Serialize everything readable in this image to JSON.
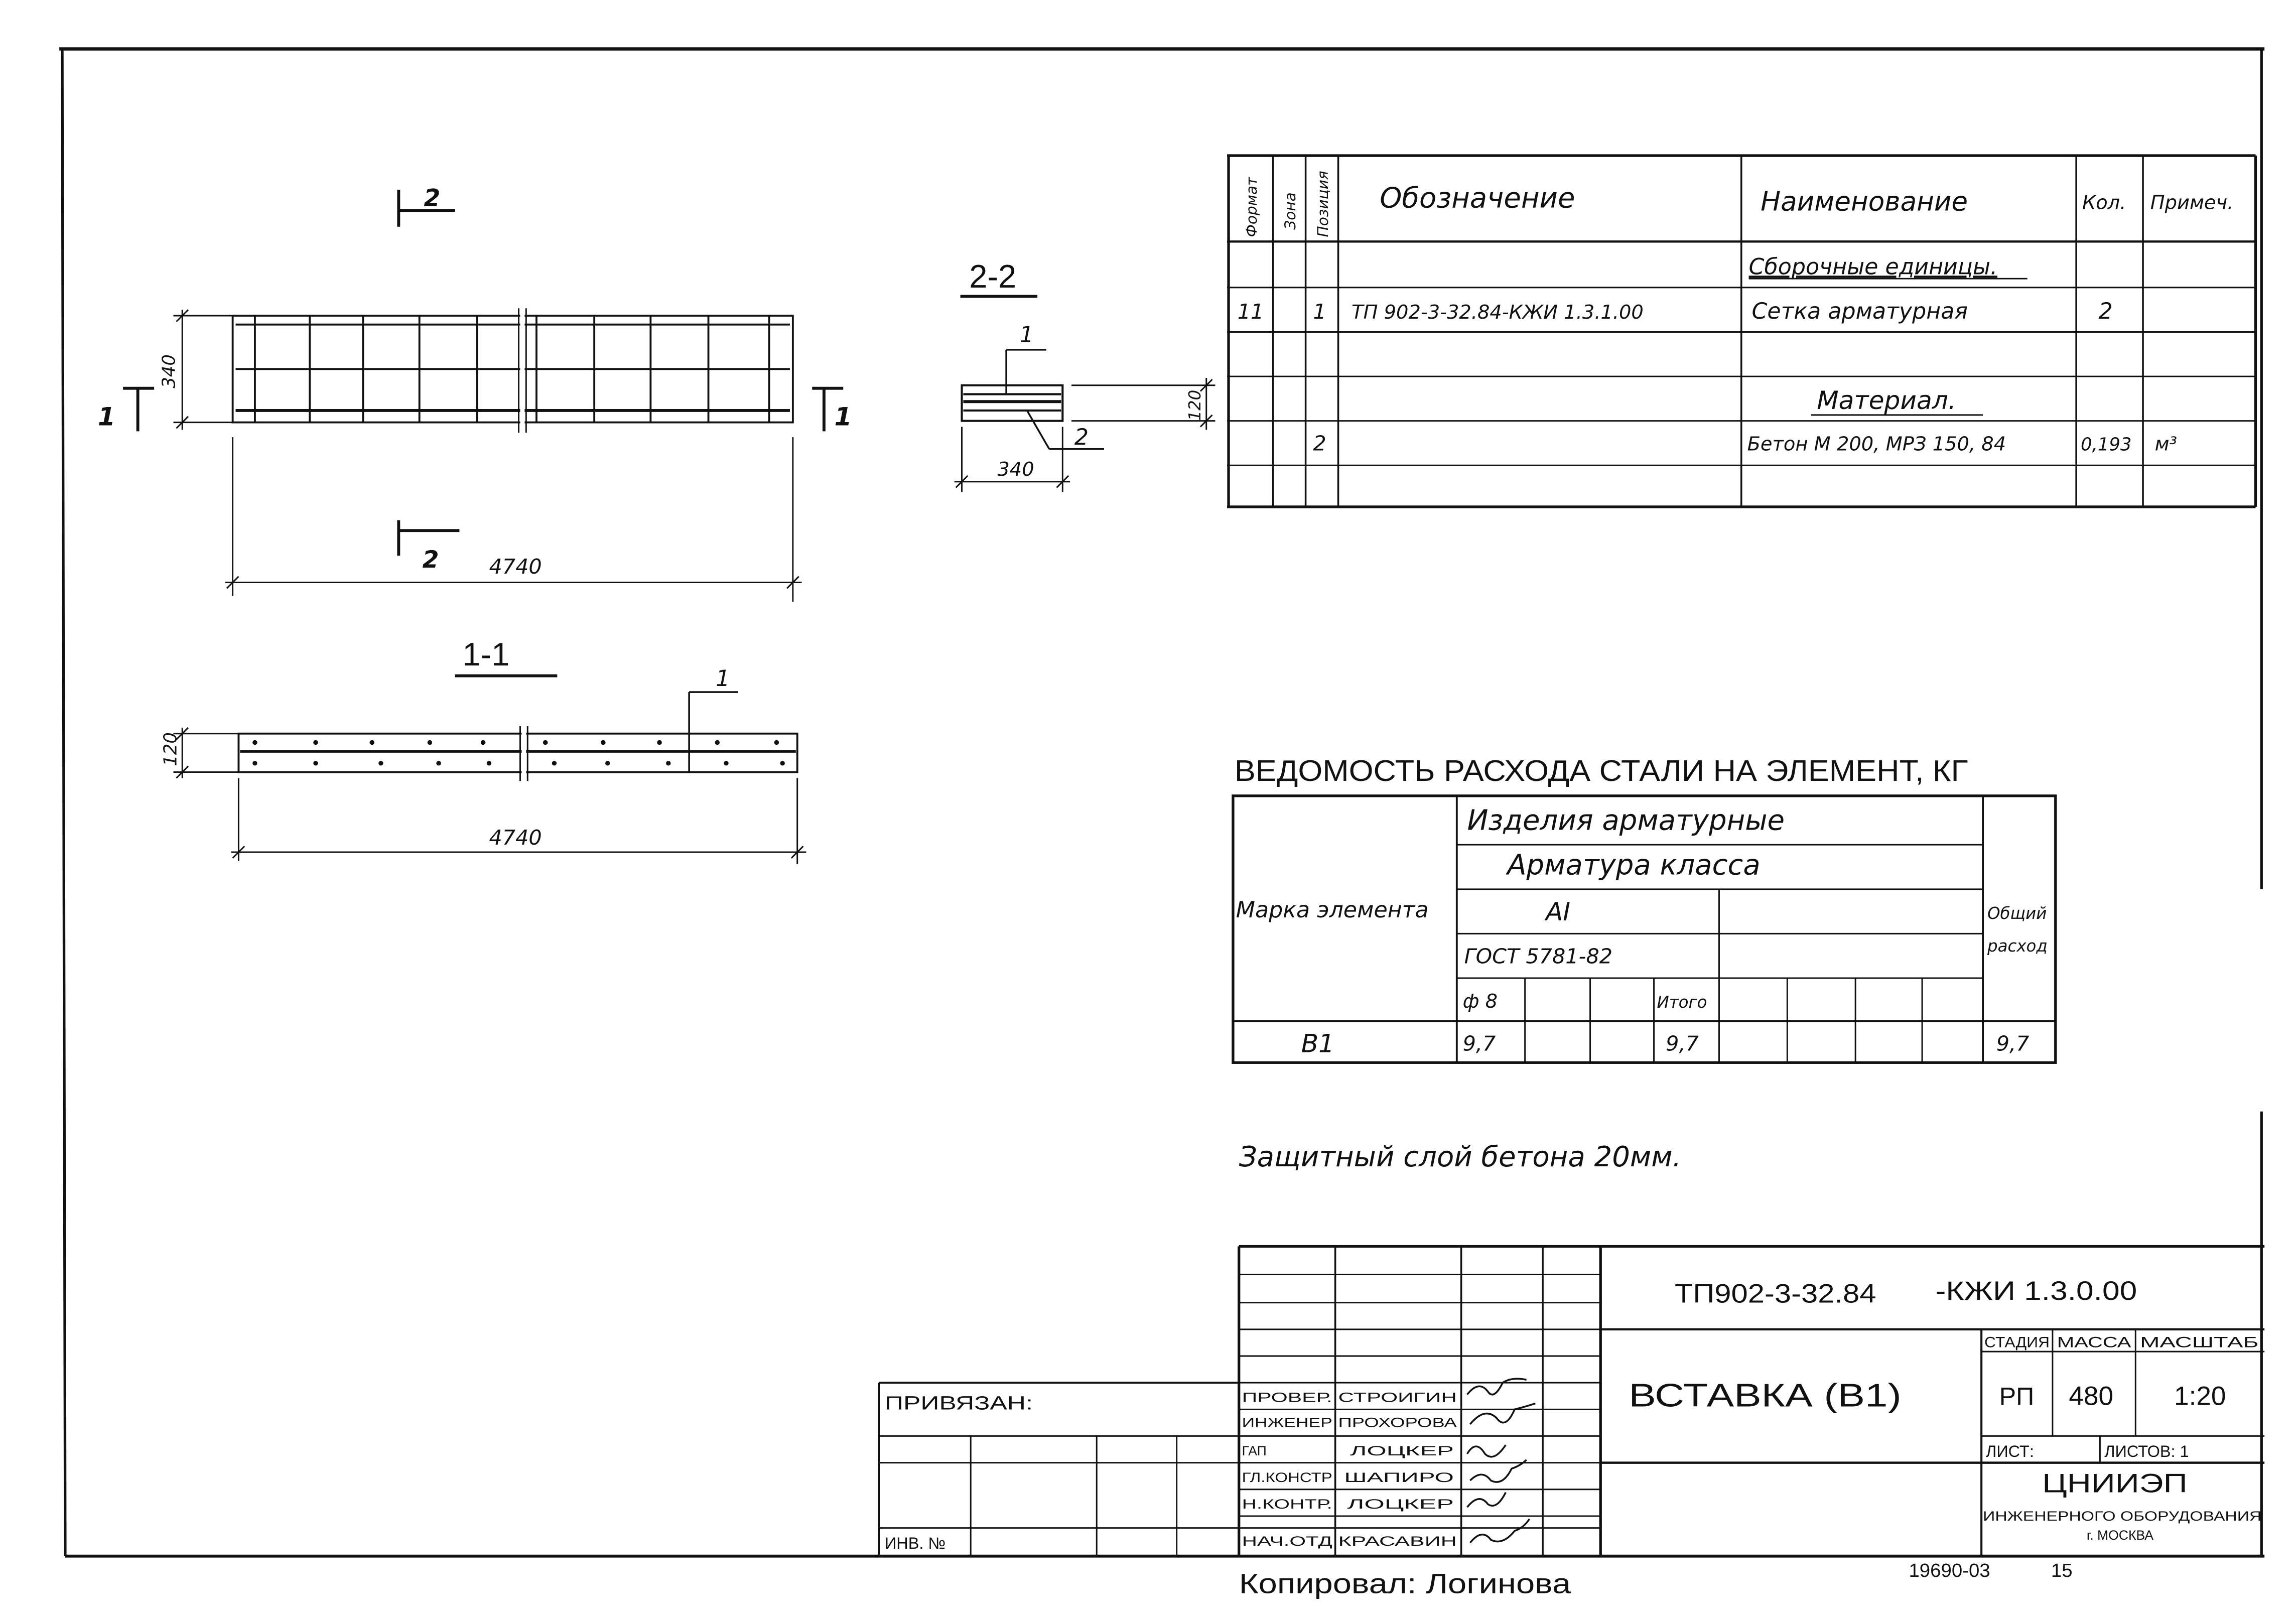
{
  "spec": {
    "headers": {
      "format": "Формат",
      "zone": "Зона",
      "pos": "Позиция",
      "designation": "Обозначение",
      "name": "Наименование",
      "qty": "Кол.",
      "note": "Примеч."
    },
    "section1": "Сборочные единицы.",
    "row1": {
      "format": "11",
      "pos": "1",
      "designation": "ТП 902-3-32.84-КЖИ 1.3.1.00",
      "name": "Сетка арматурная",
      "qty": "2"
    },
    "section2": "Материал.",
    "row2": {
      "pos": "2",
      "name": "Бетон М 200, МРЗ 150, 84",
      "qty": "0,193",
      "note": "м³"
    }
  },
  "drawing": {
    "section_mark": "2",
    "section_mark_side": "1",
    "dim_height_plan": "340",
    "dim_length": "4740",
    "section11_title": "1-1",
    "dim_height_section": "120",
    "leader_label": "1",
    "section22_title": "2-2",
    "s22_leader1": "1",
    "s22_leader2": "2",
    "s22_dim_height": "120",
    "s22_dim_width": "340"
  },
  "steel": {
    "title": "ВЕДОМОСТЬ РАСХОДА СТАЛИ НА ЭЛЕМЕНТ, КГ",
    "col_mark": "Марка элемента",
    "h1": "Изделия арматурные",
    "h2": "Арматура класса",
    "h3": "АI",
    "h4": "ГОСТ 5781-82",
    "h5": "Общий расход",
    "sub_phi": "ф 8",
    "sub_total": "Итого",
    "row_mark": "В1",
    "row_phi": "9,7",
    "row_total": "9,7",
    "row_overall": "9,7"
  },
  "note": "Защитный слой бетона 20мм.",
  "stamp": {
    "code": "ТП902-3-32.84",
    "code_suffix": "-КЖИ 1.3.0.00",
    "title": "ВСТАВКА (В1)",
    "stage_label": "СТАДИЯ",
    "mass_label": "МАССА",
    "scale_label": "МАСШТАБ",
    "stage": "РП",
    "mass": "480",
    "scale": "1:20",
    "sheet_label": "ЛИСТ:",
    "sheets_label": "ЛИСТОВ: 1",
    "org1": "ЦНИИЭП",
    "org2": "ИНЖЕНЕРНОГО ОБОРУДОВАНИЯ",
    "org3": "г. МОСКВА",
    "privyazan": "ПРИВЯЗАН:",
    "inv": "ИНВ. №",
    "roles": [
      "ПРОВЕР.",
      "ИНЖЕНЕР",
      "ГАП",
      "ГЛ.КОНСТР",
      "Н.КОНТР.",
      "НАЧ.ОТД"
    ],
    "people": [
      "СТРОИГИН",
      "ПРОХОРОВА",
      "ЛОЦКЕР",
      "ШАПИРО",
      "ЛОЦКЕР",
      "КРАСАВИН"
    ]
  },
  "footer": {
    "copied": "Копировал: Логинова",
    "number": "19690-03",
    "page": "15"
  }
}
